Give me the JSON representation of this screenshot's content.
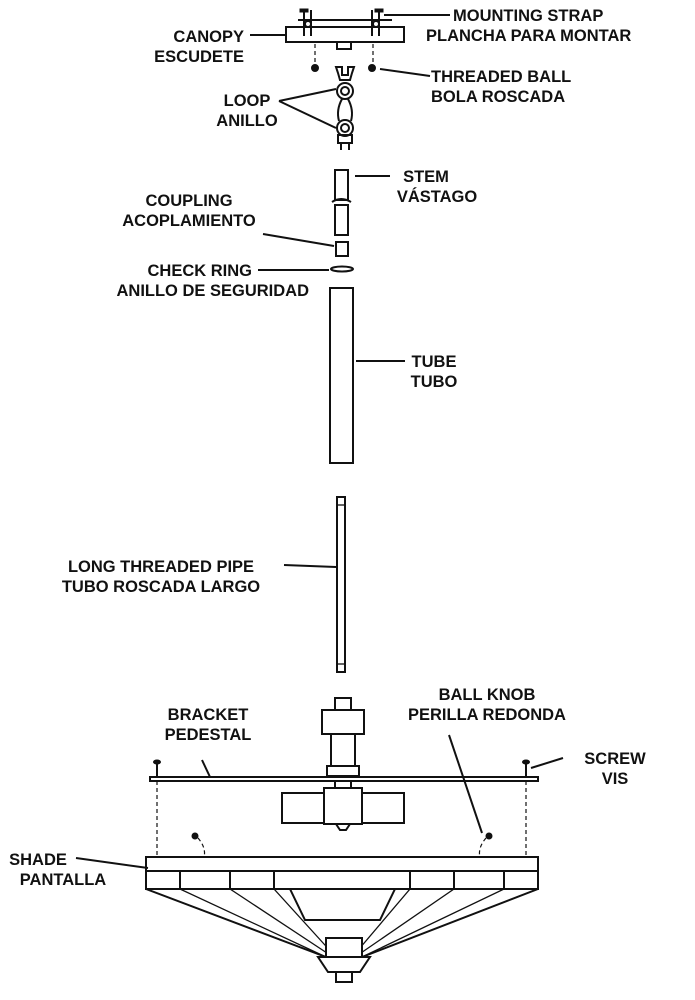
{
  "labels": {
    "canopy": [
      "CANOPY",
      "ESCUDETE"
    ],
    "mounting_strap": [
      "MOUNTING STRAP",
      "PLANCHA PARA MONTAR"
    ],
    "threaded_ball": [
      "THREADED BALL",
      "BOLA ROSCADA"
    ],
    "loop": [
      "LOOP",
      "ANILLO"
    ],
    "stem": [
      "STEM",
      "VÁSTAGO"
    ],
    "coupling": [
      "COUPLING",
      "ACOPLAMIENTO"
    ],
    "check_ring": [
      "CHECK RING",
      "ANILLO DE SEGURIDAD"
    ],
    "tube": [
      "TUBE",
      "TUBO"
    ],
    "long_threaded_pipe": [
      "LONG THREADED PIPE",
      "TUBO ROSCADA LARGO"
    ],
    "ball_knob": [
      "BALL KNOB",
      "PERILLA REDONDA"
    ],
    "bracket": [
      "BRACKET",
      "PEDESTAL"
    ],
    "screw": [
      "SCREW",
      "VIS"
    ],
    "shade": [
      "SHADE",
      "PANTALLA"
    ]
  },
  "colors": {
    "line": "#111111",
    "background": "#ffffff"
  }
}
